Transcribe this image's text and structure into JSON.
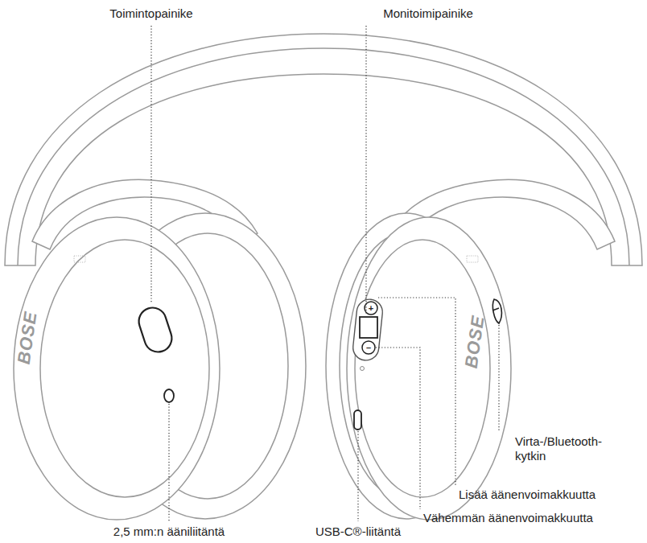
{
  "diagram": {
    "labels": [
      "Toimintopainike",
      "Monitoimipainike",
      "Virta-/Bluetooth- kytkin",
      "Lisää äänenvoimakkuutta",
      "Vähemmän äänenvoimakkuutta",
      "2,5 mm:n ääniliitäntä",
      "USB-C®-liitäntä",
      "+",
      "–",
      "BOSE",
      "BOSE"
    ]
  }
}
